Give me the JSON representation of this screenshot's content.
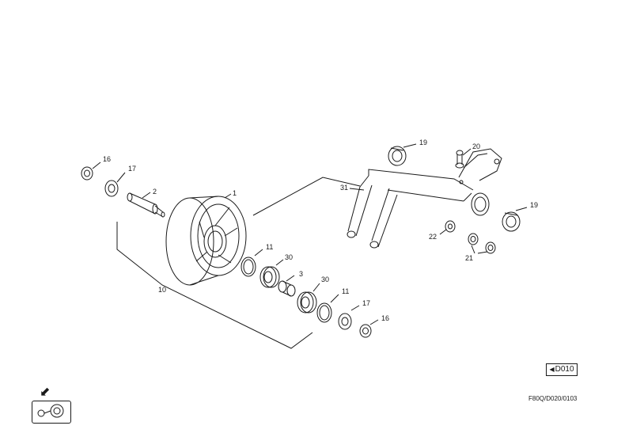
{
  "callouts": {
    "c1": "1",
    "c2": "2",
    "c3": "3",
    "c10": "10",
    "c11a": "11",
    "c11b": "11",
    "c16a": "16",
    "c16b": "16",
    "c17a": "17",
    "c17b": "17",
    "c19a": "19",
    "c19b": "19",
    "c20": "20",
    "c21": "21",
    "c22": "22",
    "c30a": "30",
    "c30b": "30",
    "c31": "31"
  },
  "reference": {
    "label": "D010",
    "arrow": "◀"
  },
  "drawing_code": "F80Q/D020/0103",
  "icons": {
    "orientation_arrow": "⬋"
  },
  "colors": {
    "line": "#1a1a1a",
    "background": "#ffffff"
  }
}
